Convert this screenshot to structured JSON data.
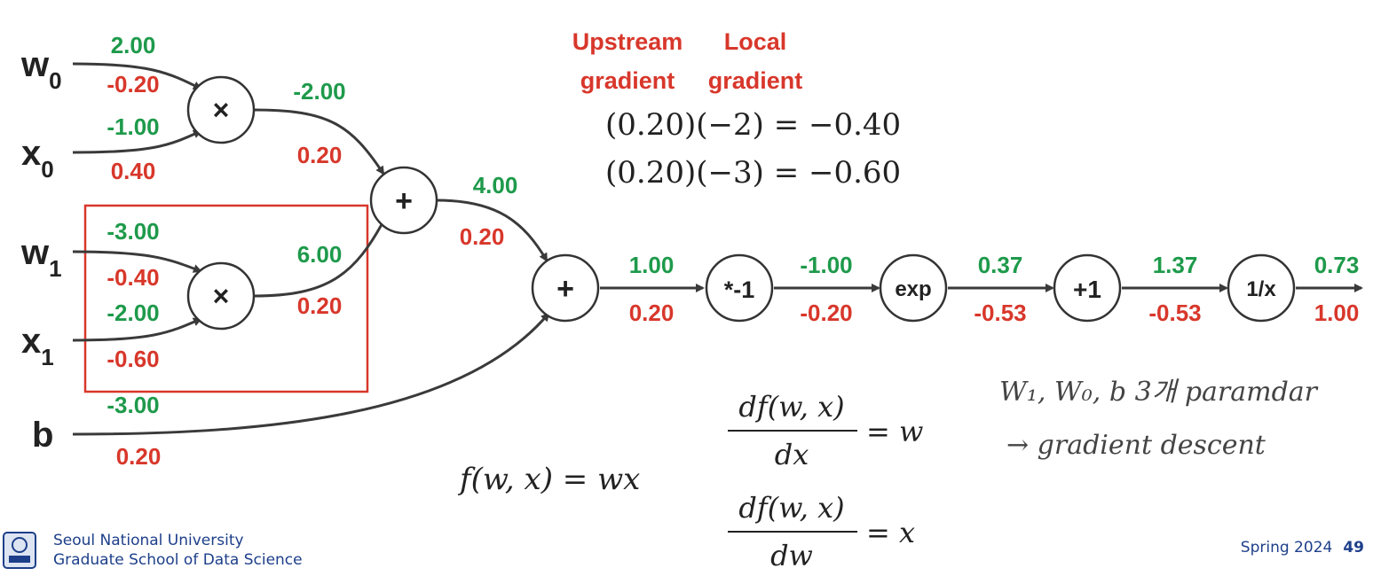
{
  "inputs": {
    "w0": {
      "base": "w",
      "sub": "0",
      "value": "2.00",
      "grad": "-0.20"
    },
    "x0": {
      "base": "x",
      "sub": "0",
      "value": "-1.00",
      "grad": "0.40"
    },
    "w1": {
      "base": "w",
      "sub": "1",
      "value": "-3.00",
      "grad": "-0.40"
    },
    "x1": {
      "base": "x",
      "sub": "1",
      "value": "-2.00",
      "grad": "-0.60"
    },
    "b": {
      "base": "b",
      "value": "-3.00",
      "grad": "0.20"
    }
  },
  "ops": {
    "mul0": "×",
    "mul1": "×",
    "add0": "+",
    "add1": "+",
    "neg": "*-1",
    "exp": "exp",
    "plus1": "+1",
    "recip": "1/x"
  },
  "edges": {
    "mul0_out": {
      "value": "-2.00",
      "grad": "0.20"
    },
    "mul1_out": {
      "value": "6.00",
      "grad": "0.20"
    },
    "add0_out": {
      "value": "4.00",
      "grad": "0.20"
    },
    "add1_out": {
      "value": "1.00",
      "grad": "0.20"
    },
    "neg_out": {
      "value": "-1.00",
      "grad": "-0.20"
    },
    "exp_out": {
      "value": "0.37",
      "grad": "-0.53"
    },
    "plus1_out": {
      "value": "1.37",
      "grad": "-0.53"
    },
    "recip_out": {
      "value": "0.73",
      "grad": "1.00"
    }
  },
  "annotation": {
    "upstream_line1": "Upstream",
    "upstream_line2": "gradient",
    "local_line1": "Local",
    "local_line2": "gradient",
    "eq1": "(0.20)(−2) = −0.40",
    "eq2": "(0.20)(−3) = −0.60"
  },
  "formulas": {
    "f": "f(w, x) = wx",
    "dfdx_num": "df(w, x)",
    "dfdx_den": "dx",
    "dfdx_rhs": "= w",
    "dfdw_num": "df(w, x)",
    "dfdw_den": "dw",
    "dfdw_rhs": "= x"
  },
  "handwritten": {
    "line1": "W₁, W₀, b 3개 paramdar",
    "line2": "→ gradient descent"
  },
  "footer": {
    "university": "Seoul National University",
    "school": "Graduate School of Data Science",
    "term": "Spring 2024",
    "page": "49"
  },
  "colors": {
    "forward_value": "#1e9a4b",
    "gradient": "#d8372b",
    "highlight_box": "#d8372b",
    "footer_text": "#1d3f8a"
  }
}
